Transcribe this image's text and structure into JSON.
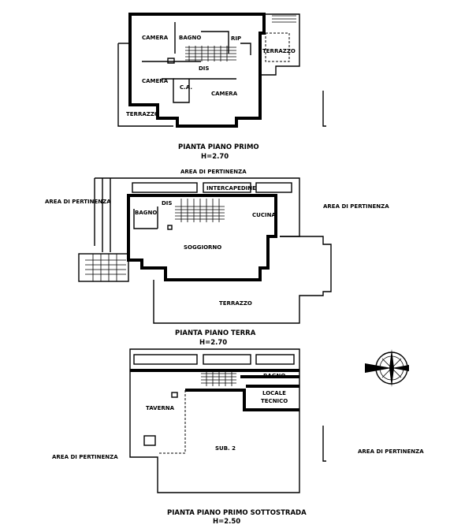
{
  "plans": {
    "first_floor": {
      "rooms": {
        "camera1": "CAMERA",
        "bagno": "BAGNO",
        "rip": "RIP",
        "terrazzo_right": "TERRAZZO",
        "dis": "DIS",
        "camera2": "CAMERA",
        "ca": "C.A.",
        "camera3": "CAMERA",
        "terrazzo_left": "TERRAZZO"
      },
      "title": "PIANTA PIANO PRIMO",
      "height": "H=2.70"
    },
    "ground_floor": {
      "area_top": "AREA DI PERTINENZA",
      "area_left": "AREA DI PERTINENZA",
      "area_right": "AREA DI PERTINENZA",
      "rooms": {
        "intercapedine": "INTERCAPEDINE",
        "bagno": "BAGNO",
        "dis": "DIS",
        "cucina": "CUCINA",
        "soggiorno": "SOGGIORNO",
        "terrazzo": "TERRAZZO"
      },
      "title": "PIANTA PIANO TERRA",
      "height": "H=2.70"
    },
    "basement": {
      "area_left": "AREA DI PERTINENZA",
      "area_right": "AREA DI PERTINENZA",
      "rooms": {
        "bagno": "BAGNO",
        "locale": "LOCALE",
        "tecnico": "TECNICO",
        "taverna": "TAVERNA",
        "sub2": "SUB. 2"
      },
      "title": "PIANTA PIANO PRIMO SOTTOSTRADA",
      "height": "H=2.50"
    }
  },
  "compass": {
    "icon": "compass-rose-icon"
  }
}
